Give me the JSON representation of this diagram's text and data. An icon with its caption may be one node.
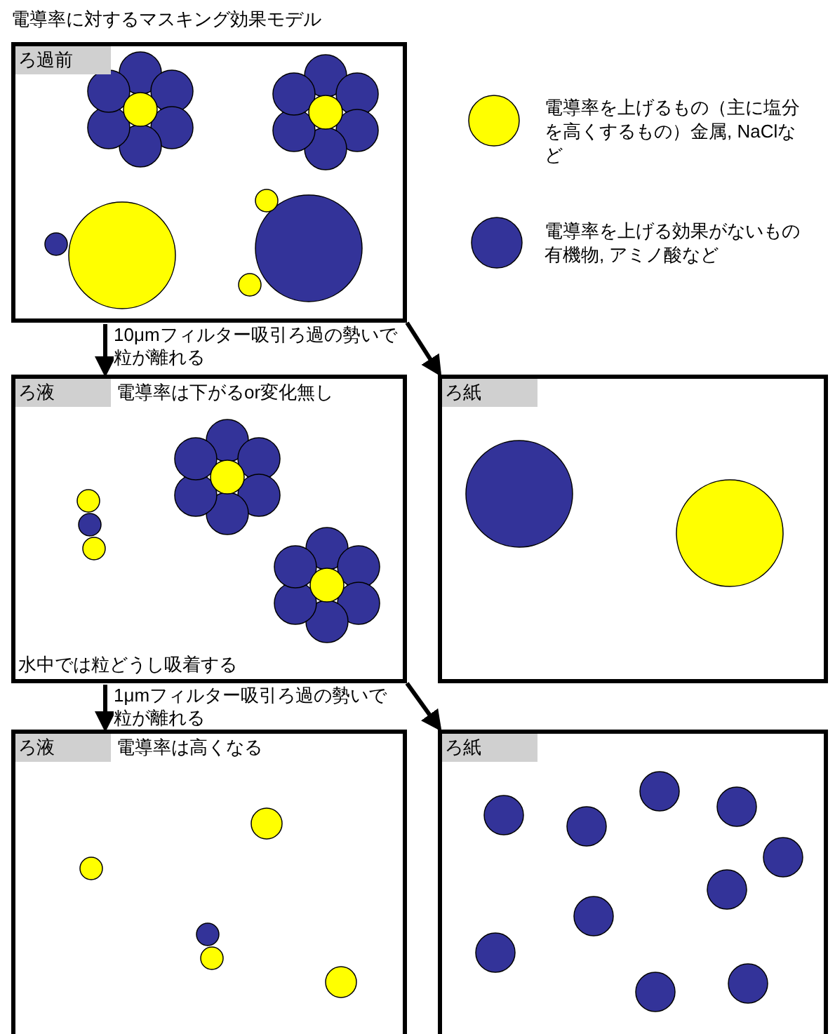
{
  "diagram": {
    "title": "電導率に対するマスキング効果モデル",
    "nodes": [
      {
        "text": [
          "ろ過前"
        ]
      },
      {
        "text": [
          "ろ液",
          "電導率は下がるor変化無し",
          "水中では粒どうし吸着する"
        ]
      },
      {
        "text": [
          "ろ紙"
        ]
      },
      {
        "text": [
          "ろ液",
          "電導率は高くなる"
        ]
      },
      {
        "text": [
          "ろ紙"
        ]
      }
    ],
    "edges": [
      {
        "from": 0,
        "to": 1,
        "arrow": "to",
        "label": "10μmフィルター吸引ろ過の勢いで粒が離れる"
      },
      {
        "from": 0,
        "to": 2,
        "arrow": "to"
      },
      {
        "from": 1,
        "to": 3,
        "arrow": "to",
        "label": "1μmフィルター吸引ろ過の勢いで粒が離れる"
      },
      {
        "from": 1,
        "to": 4,
        "arrow": "to"
      }
    ],
    "legend": [
      {
        "text": "電導率を上げるもの（主に塩分を高くするもの）金属, NaClなど",
        "color": "#ffff00"
      },
      {
        "text": "電導率を上げる効果がないもの有機物, アミノ酸など",
        "color": "#333399"
      }
    ]
  }
}
